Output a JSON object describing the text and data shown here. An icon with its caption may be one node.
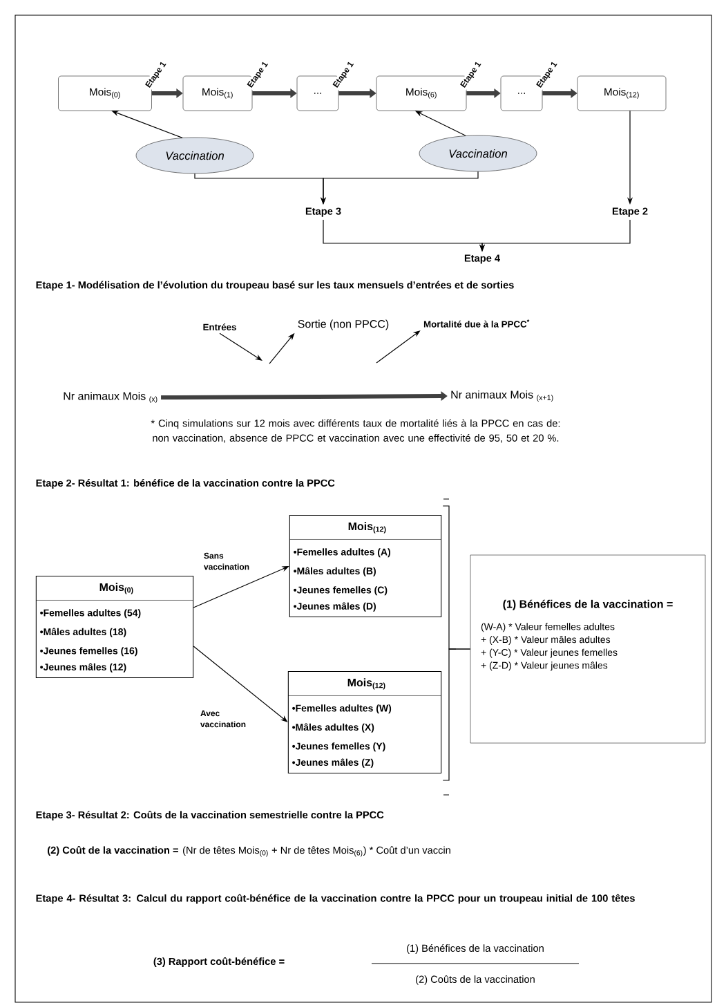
{
  "diagram": {
    "nodes": [
      {
        "text": [
          "Mois$_{(0)}$"
        ]
      },
      {
        "text": [
          "Mois$_{(1)}$"
        ]
      },
      {
        "text": [
          "..."
        ]
      },
      {
        "text": [
          "Mois$_{(6)}$"
        ]
      },
      {
        "text": [
          "..."
        ]
      },
      {
        "text": [
          "Mois$_{(12)}$"
        ]
      },
      {
        "text": [
          "Vaccination"
        ]
      },
      {
        "text": [
          "Vaccination"
        ]
      },
      {
        "text": [
          "Etape 3"
        ]
      },
      {
        "text": [
          "Etape 2"
        ]
      },
      {
        "text": [
          "Etape 4"
        ]
      },
      {
        "text": [
          "Nr animaux Mois $_{(x)}$"
        ]
      },
      {
        "text": [
          "Nr animaux Mois $_{(x+1)}$"
        ]
      },
      {
        "text": [
          "Entrées"
        ]
      },
      {
        "text": [
          "Sortie (non PPCC)"
        ]
      },
      {
        "text": [
          "Mortalité due à la PPCC$^{*}$"
        ]
      },
      {
        "text": [
          "Mois$_{(0)}$",
          "•Femelles adultes (54)",
          "•Mâles adultes (18)",
          "•Jeunes femelles (16)",
          "•Jeunes mâles (12)"
        ]
      },
      {
        "text": [
          "Mois$_{(12)}$",
          "•Femelles adultes (A)",
          "•Mâles adultes (B)",
          "•Jeunes femelles (C)",
          "•Jeunes mâles (D)"
        ]
      },
      {
        "text": [
          "Mois$_{(12)}$",
          "•Femelles adultes (W)",
          "•Mâles adultes (X)",
          "•Jeunes femelles (Y)",
          "•Jeunes mâles (Z)"
        ]
      },
      {
        "text": [
          "(1) Bénéfices de la vaccination =",
          "(W-A) * Valeur femelles adultes",
          "+ (X-B) * Valeur mâles adultes",
          "+ (Y-C) * Valeur jeunes femelles",
          "+ (Z-D) * Valeur jeunes mâles"
        ]
      }
    ],
    "edges": [
      {
        "from": 0,
        "to": 1,
        "arrow": "to",
        "label": "Etape 1",
        "style": "thick",
        "color": "#404040"
      },
      {
        "from": 1,
        "to": 2,
        "arrow": "to",
        "label": "Etape 1",
        "style": "thick",
        "color": "#404040"
      },
      {
        "from": 2,
        "to": 3,
        "arrow": "to",
        "label": "Etape 1",
        "style": "thick",
        "color": "#404040"
      },
      {
        "from": 3,
        "to": 4,
        "arrow": "to",
        "label": "Etape 1",
        "style": "thick",
        "color": "#404040"
      },
      {
        "from": 4,
        "to": 5,
        "arrow": "to",
        "label": "Etape 1",
        "style": "thick",
        "color": "#404040"
      },
      {
        "from": 6,
        "to": 0,
        "arrow": "to"
      },
      {
        "from": 7,
        "to": 3,
        "arrow": "to"
      },
      {
        "from": 6,
        "to": 8,
        "arrow": "to"
      },
      {
        "from": 7,
        "to": 8,
        "arrow": "to"
      },
      {
        "from": 5,
        "to": 9,
        "arrow": "to"
      },
      {
        "from": 8,
        "to": 10,
        "arrow": "to"
      },
      {
        "from": 9,
        "to": 10,
        "arrow": "to"
      },
      {
        "from": 11,
        "to": 12,
        "arrow": "to",
        "style": "thick",
        "color": "#404040"
      },
      {
        "from": 13,
        "to": null,
        "arrow": "to"
      },
      {
        "from": null,
        "to": 14,
        "arrow": "to"
      },
      {
        "from": null,
        "to": 15,
        "arrow": "to"
      },
      {
        "from": 16,
        "to": 17,
        "arrow": "to",
        "label": "Sans vaccination"
      },
      {
        "from": 16,
        "to": 18,
        "arrow": "to",
        "label": "Avec vaccination"
      },
      {
        "from": 17,
        "to": 19,
        "arrow": "none"
      },
      {
        "from": 18,
        "to": 19,
        "arrow": "none"
      }
    ],
    "labels": [
      "Etape 1- Modélisation de l’évolution du troupeau basé sur les taux mensuels d’entrées et de sorties",
      "* Cinq simulations sur 12 mois avec différents taux de mortalité liés à la PPCC en cas de: non vaccination, absence de PPCC et vaccination avec une effectivité de 95, 50 et 20 %.",
      "Etape 2- Résultat 1: bénéfice de la vaccination contre la PPCC",
      "Etape 3- Résultat 2: Coûts de la vaccination semestrielle contre la PPCC",
      "(2) Coût de la vaccination =",
      "(Nr de têtes Mois$_{(0)}$ + Nr de têtes Mois$_{(6)}$) * Coût d’un vaccin",
      "Etape 4- Résultat 3: Calcul du rapport coût-bénéfice de la vaccination contre la PPCC pour un troupeau initial de 100 têtes",
      "(3) Rapport coût-bénéfice =",
      "(1) Bénéfices de la vaccination",
      "(2) Coûts de la vaccination"
    ]
  }
}
